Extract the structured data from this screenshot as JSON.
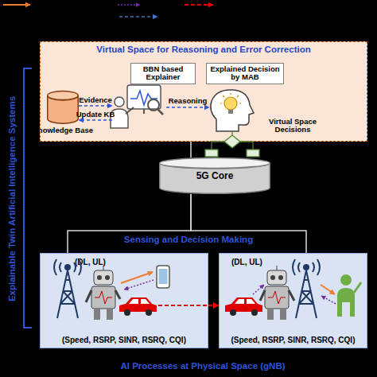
{
  "diagram": {
    "nodes": [
      {
        "text": [
          "Virtual Space for Reasoning and Error Correction"
        ]
      },
      {
        "text": [
          "BBN based Explainer"
        ],
        "in": 0
      },
      {
        "text": [
          "Explained Decision by MAB"
        ],
        "in": 0
      },
      {
        "text": [
          "Knowledge Base"
        ],
        "in": 0
      },
      {
        "text": [
          "5G Core"
        ]
      },
      {
        "text": [
          "(DL, UL)",
          "(Speed, RSRP, SINR, RSRQ, CQI)"
        ]
      },
      {
        "text": [
          "(DL, UL)",
          "(Speed, RSRP, SINR, RSRQ, CQI)"
        ]
      }
    ],
    "edges": [
      {
        "from": 3,
        "to": 1,
        "arrow": "to",
        "label": "Evidence"
      },
      {
        "from": 1,
        "to": 3,
        "arrow": "to",
        "label": "Update KB"
      },
      {
        "from": 1,
        "to": 2,
        "arrow": "to",
        "label": "Reasoning"
      },
      {
        "from": 4,
        "to": 0,
        "arrow": "none"
      },
      {
        "from": 4,
        "to": 5,
        "arrow": "none"
      },
      {
        "from": 4,
        "to": 6,
        "arrow": "none"
      },
      {
        "from": 5,
        "to": 6,
        "arrow": "to"
      }
    ],
    "labels": [
      "Virtual Space Decisions",
      "Sensing and Decision Making",
      "Explainable Twin Artificial Intelligence Systems",
      "AI Processes at Physical Space (gNB)"
    ]
  }
}
